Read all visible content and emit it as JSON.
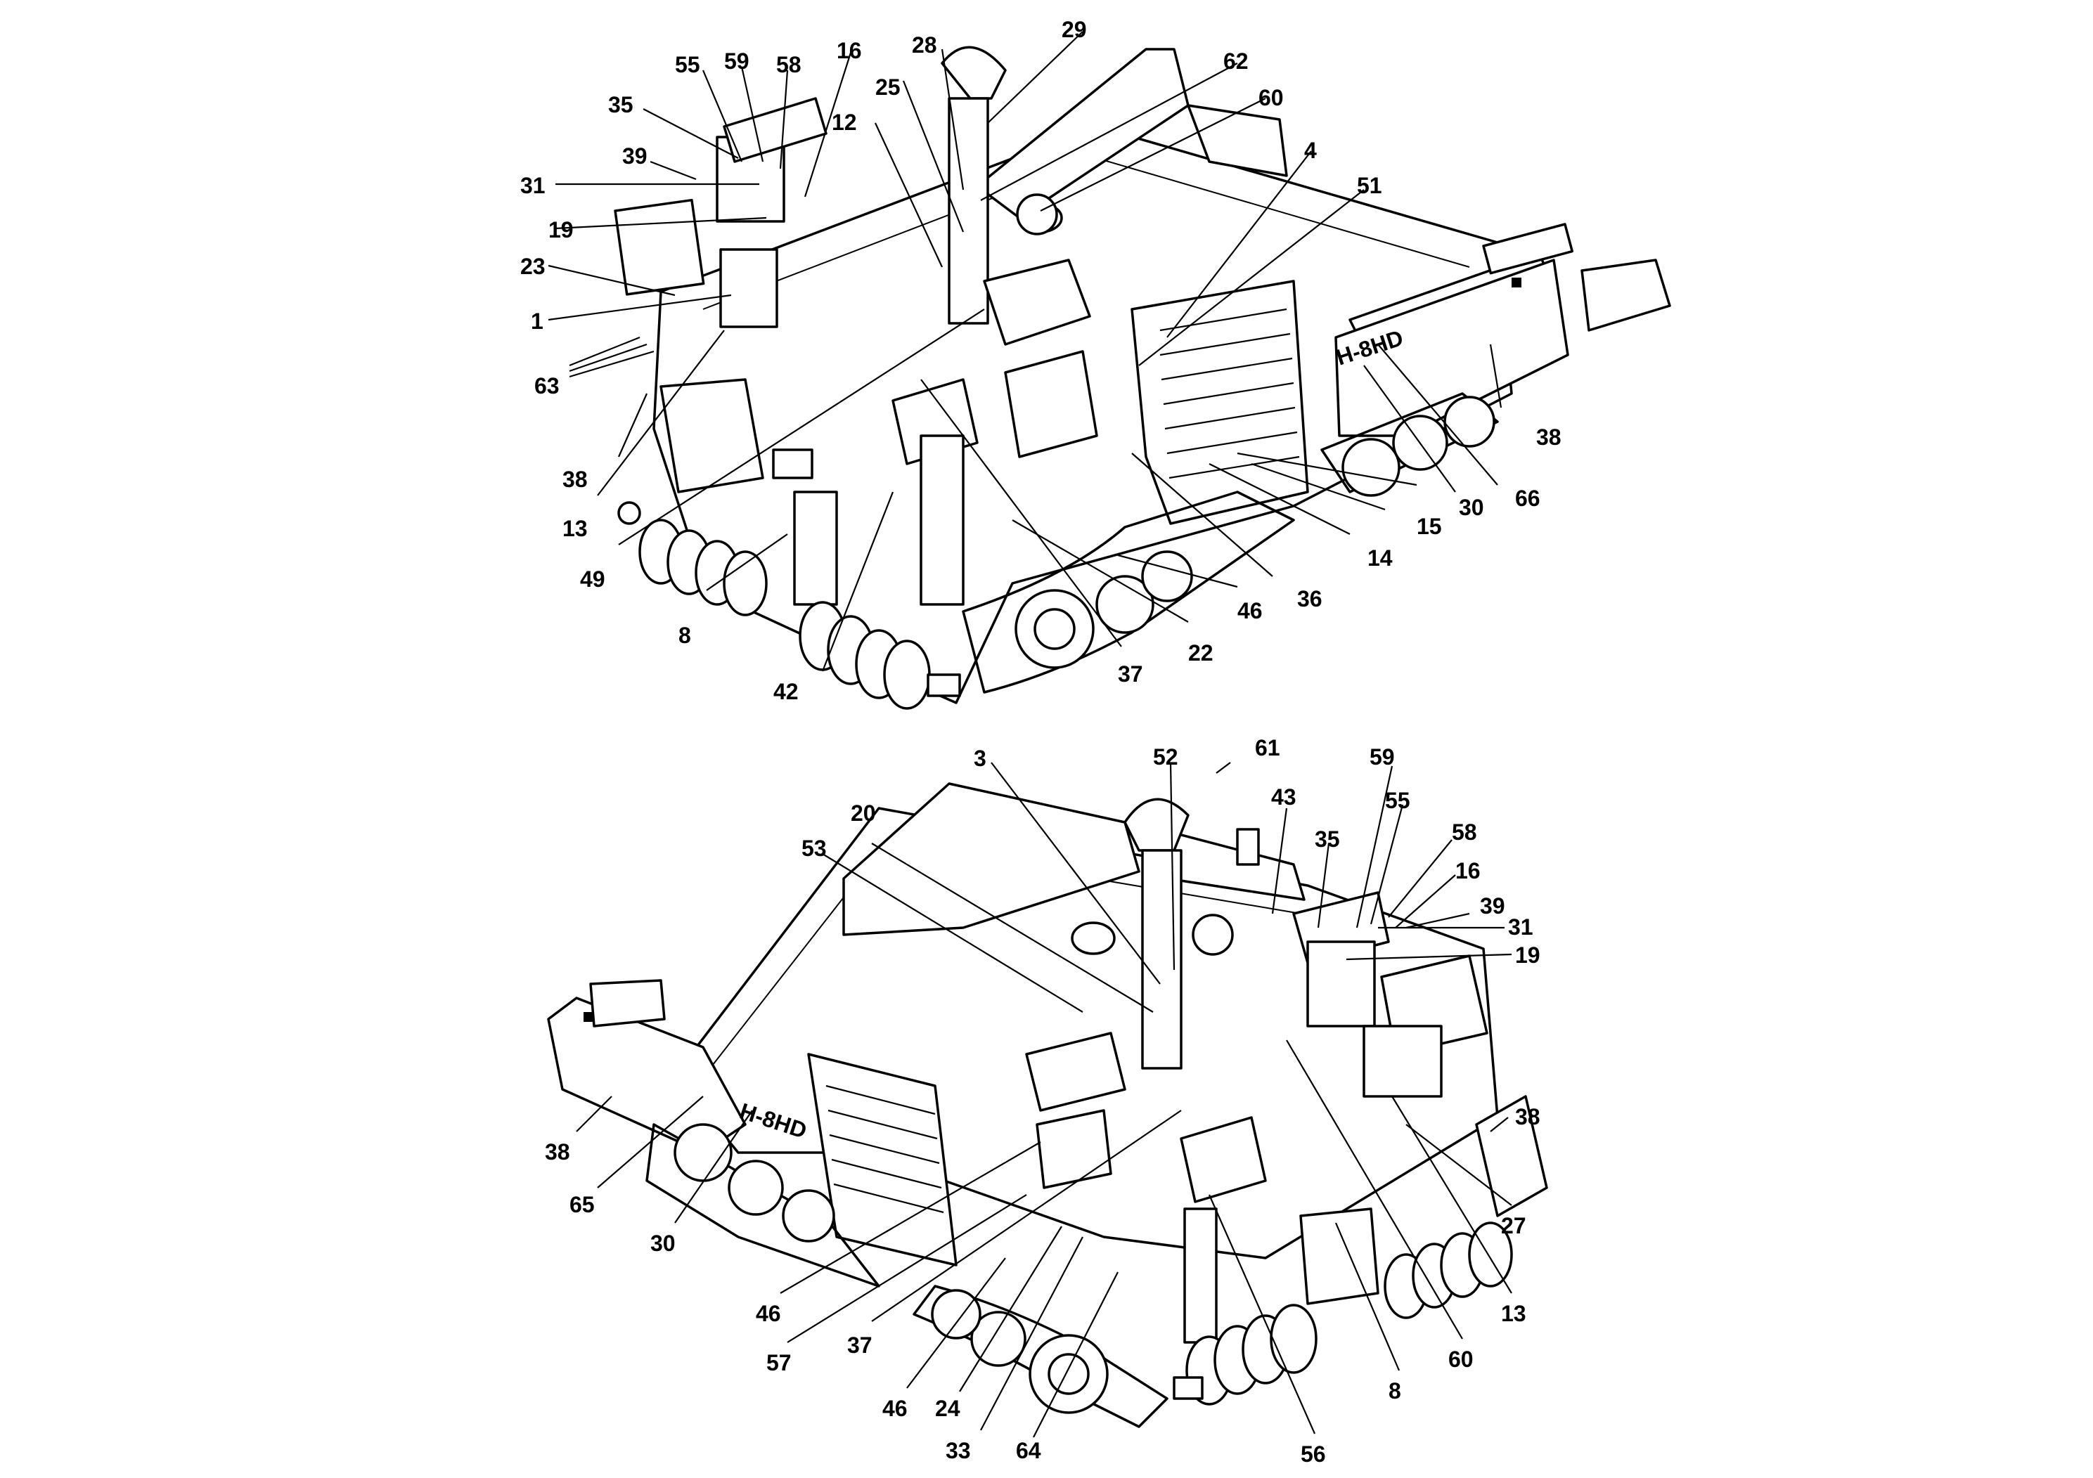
{
  "views": [
    {
      "name": "top-view",
      "callouts": [
        {
          "id": "c1-55",
          "label": "55"
        },
        {
          "id": "c1-59",
          "label": "59"
        },
        {
          "id": "c1-58",
          "label": "58"
        },
        {
          "id": "c1-16",
          "label": "16"
        },
        {
          "id": "c1-28",
          "label": "28"
        },
        {
          "id": "c1-29",
          "label": "29"
        },
        {
          "id": "c1-62",
          "label": "62"
        },
        {
          "id": "c1-60",
          "label": "60"
        },
        {
          "id": "c1-25",
          "label": "25"
        },
        {
          "id": "c1-35",
          "label": "35"
        },
        {
          "id": "c1-12",
          "label": "12"
        },
        {
          "id": "c1-39",
          "label": "39"
        },
        {
          "id": "c1-31",
          "label": "31"
        },
        {
          "id": "c1-19",
          "label": "19"
        },
        {
          "id": "c1-4",
          "label": "4"
        },
        {
          "id": "c1-51",
          "label": "51"
        },
        {
          "id": "c1-23",
          "label": "23"
        },
        {
          "id": "c1-1",
          "label": "1"
        },
        {
          "id": "c1-63",
          "label": "63"
        },
        {
          "id": "c1-38a",
          "label": "38"
        },
        {
          "id": "c1-38b",
          "label": "38"
        },
        {
          "id": "c1-13",
          "label": "13"
        },
        {
          "id": "c1-49",
          "label": "49"
        },
        {
          "id": "c1-8",
          "label": "8"
        },
        {
          "id": "c1-42",
          "label": "42"
        },
        {
          "id": "c1-37",
          "label": "37"
        },
        {
          "id": "c1-22",
          "label": "22"
        },
        {
          "id": "c1-46",
          "label": "46"
        },
        {
          "id": "c1-36",
          "label": "36"
        },
        {
          "id": "c1-14",
          "label": "14"
        },
        {
          "id": "c1-15",
          "label": "15"
        },
        {
          "id": "c1-30",
          "label": "30"
        },
        {
          "id": "c1-66",
          "label": "66"
        }
      ]
    },
    {
      "name": "bottom-view",
      "callouts": [
        {
          "id": "c2-3",
          "label": "3"
        },
        {
          "id": "c2-52",
          "label": "52"
        },
        {
          "id": "c2-61",
          "label": "61"
        },
        {
          "id": "c2-59",
          "label": "59"
        },
        {
          "id": "c2-20",
          "label": "20"
        },
        {
          "id": "c2-43",
          "label": "43"
        },
        {
          "id": "c2-55",
          "label": "55"
        },
        {
          "id": "c2-58",
          "label": "58"
        },
        {
          "id": "c2-53",
          "label": "53"
        },
        {
          "id": "c2-35",
          "label": "35"
        },
        {
          "id": "c2-16",
          "label": "16"
        },
        {
          "id": "c2-39",
          "label": "39"
        },
        {
          "id": "c2-31",
          "label": "31"
        },
        {
          "id": "c2-19",
          "label": "19"
        },
        {
          "id": "c2-38a",
          "label": "38"
        },
        {
          "id": "c2-38b",
          "label": "38"
        },
        {
          "id": "c2-65",
          "label": "65"
        },
        {
          "id": "c2-30",
          "label": "30"
        },
        {
          "id": "c2-27",
          "label": "27"
        },
        {
          "id": "c2-46a",
          "label": "46"
        },
        {
          "id": "c2-13",
          "label": "13"
        },
        {
          "id": "c2-57",
          "label": "57"
        },
        {
          "id": "c2-37",
          "label": "37"
        },
        {
          "id": "c2-60",
          "label": "60"
        },
        {
          "id": "c2-8",
          "label": "8"
        },
        {
          "id": "c2-46b",
          "label": "46"
        },
        {
          "id": "c2-24",
          "label": "24"
        },
        {
          "id": "c2-33",
          "label": "33"
        },
        {
          "id": "c2-64",
          "label": "64"
        },
        {
          "id": "c2-56",
          "label": "56"
        }
      ]
    }
  ],
  "panel_badge_text": "H-8HD"
}
